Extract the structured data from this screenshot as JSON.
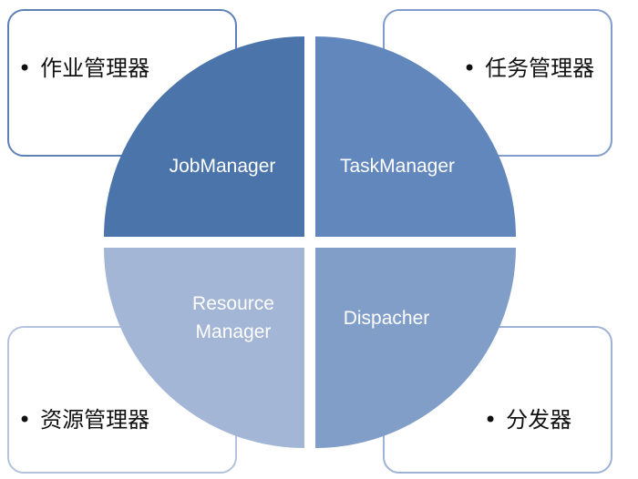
{
  "quadrants": {
    "top_left": {
      "segment_label": "JobManager",
      "description": "作业管理器",
      "color": "#4a74aa"
    },
    "top_right": {
      "segment_label": "TaskManager",
      "description": "任务管理器",
      "color": "#6287bd"
    },
    "bottom_left": {
      "segment_label_line1": "Resource",
      "segment_label_line2": "Manager",
      "description": "资源管理器",
      "color": "#a3b6d5"
    },
    "bottom_right": {
      "segment_label": "Dispacher",
      "description": "分发器",
      "color": "#819ec9"
    }
  },
  "bullet": "•"
}
